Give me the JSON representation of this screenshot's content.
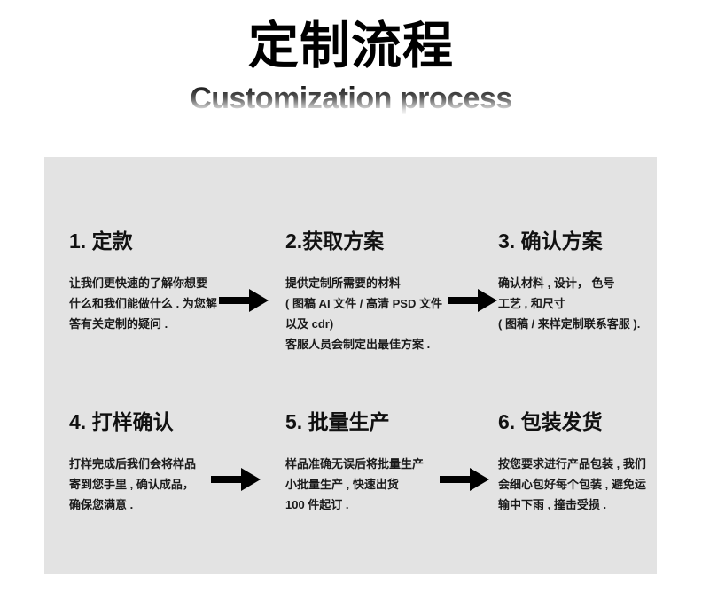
{
  "header": {
    "title_cn": "定制流程",
    "subtitle_en": "Customization process"
  },
  "theme": {
    "panel_bg": "#e3e3e3",
    "page_bg": "#ffffff",
    "text_color": "#111111",
    "arrow_color": "#000000"
  },
  "steps": [
    {
      "title": "1. 定款",
      "lines": [
        "让我们更快速的了解你想要",
        "什么和我们能做什么 . 为您解",
        "答有关定制的疑问 ."
      ]
    },
    {
      "title": "2.获取方案",
      "lines": [
        "提供定制所需要的材料",
        "( 图稿 AI 文件 / 高清 PSD 文件",
        "以及 cdr)",
        "客服人员会制定出最佳方案 ."
      ]
    },
    {
      "title": "3. 确认方案",
      "lines": [
        "确认材料 , 设计， 色号",
        "工艺 , 和尺寸",
        "( 图稿 / 来样定制联系客服 )."
      ]
    },
    {
      "title": "4. 打样确认",
      "lines": [
        "打样完成后我们会将样品",
        "寄到您手里 , 确认成品，",
        "确保您满意 ."
      ]
    },
    {
      "title": "5. 批量生产",
      "lines": [
        "样品准确无误后将批量生产",
        "小批量生产 , 快速出货",
        "100 件起订 ."
      ]
    },
    {
      "title": "6. 包装发货",
      "lines": [
        "按您要求进行产品包装 , 我们",
        "会细心包好每个包装 , 避免运",
        "输中下雨 , 撞击受损 ."
      ]
    }
  ],
  "arrows": [
    {
      "name": "arrow-step1-to-step2"
    },
    {
      "name": "arrow-step2-to-step3"
    },
    {
      "name": "arrow-step4-to-step5"
    },
    {
      "name": "arrow-step5-to-step6"
    }
  ]
}
